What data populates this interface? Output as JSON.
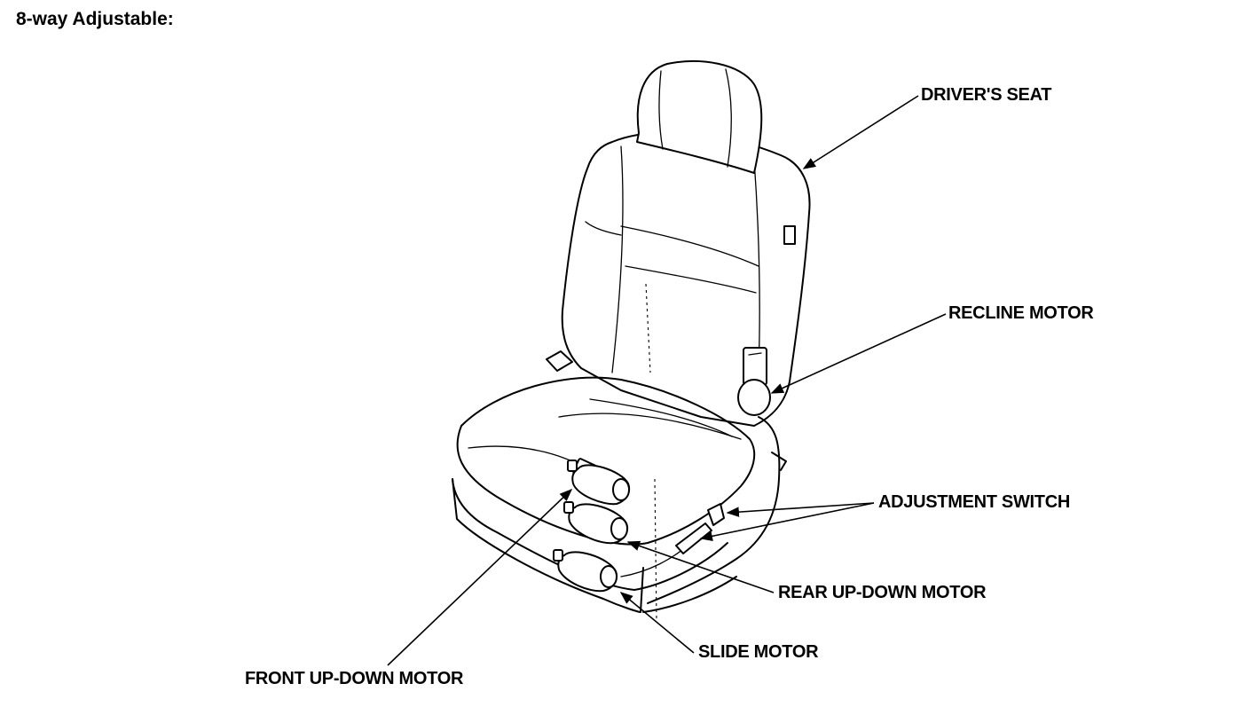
{
  "heading": "8-way Adjustable:",
  "labels": {
    "drivers_seat": "DRIVER'S SEAT",
    "recline_motor": "RECLINE MOTOR",
    "adjustment_switch": "ADJUSTMENT SWITCH",
    "rear_up_down_motor": "REAR UP-DOWN MOTOR",
    "slide_motor": "SLIDE MOTOR",
    "front_up_down_motor": "FRONT UP-DOWN MOTOR"
  }
}
